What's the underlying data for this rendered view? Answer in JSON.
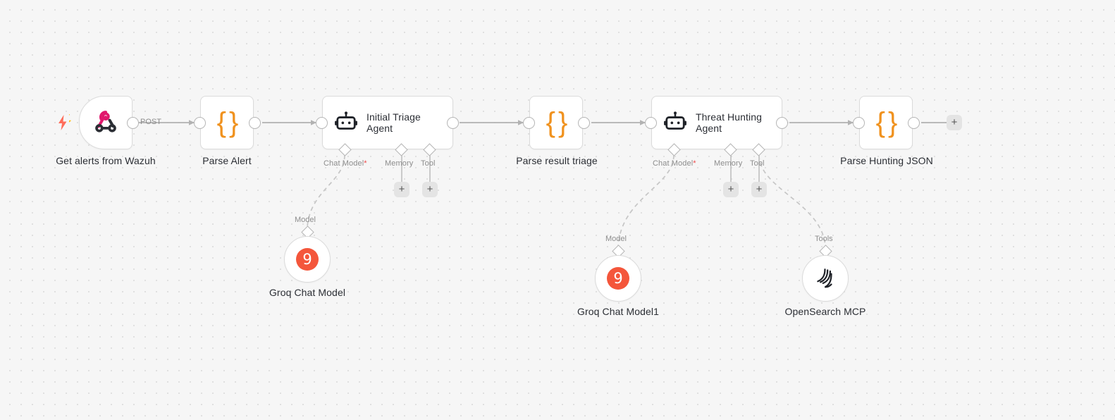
{
  "canvas": {
    "background_color": "#f6f6f6",
    "grid_dot_color": "#dcdcdc",
    "accent_orange": "#f0921f",
    "groq_red": "#f4563b",
    "trigger_bolt_color": "#ff6d5a",
    "required_star_color": "#ef4b4b"
  },
  "nodes": {
    "webhook": {
      "label": "Get alerts from Wazuh",
      "icon": "webhook-icon",
      "output_label": "POST"
    },
    "parse_alert": {
      "label": "Parse Alert",
      "icon": "code-json-icon"
    },
    "initial_triage_agent": {
      "label": "Initial Triage Agent",
      "icon": "robot-icon",
      "ports": [
        {
          "name": "Chat Model",
          "required": true
        },
        {
          "name": "Memory",
          "required": false
        },
        {
          "name": "Tool",
          "required": false
        }
      ]
    },
    "parse_result_triage": {
      "label": "Parse result triage",
      "icon": "code-json-icon"
    },
    "threat_hunting_agent": {
      "label": "Threat Hunting Agent",
      "icon": "robot-icon",
      "ports": [
        {
          "name": "Chat Model",
          "required": true
        },
        {
          "name": "Memory",
          "required": false
        },
        {
          "name": "Tool",
          "required": false
        }
      ]
    },
    "parse_hunting_json": {
      "label": "Parse Hunting JSON",
      "icon": "code-json-icon"
    },
    "groq_chat_model": {
      "label": "Groq Chat Model",
      "icon": "groq-icon",
      "connection_label": "Model",
      "glyph": "9"
    },
    "groq_chat_model1": {
      "label": "Groq Chat Model1",
      "icon": "groq-icon",
      "connection_label": "Model",
      "glyph": "9"
    },
    "opensearch_mcp": {
      "label": "OpenSearch MCP",
      "icon": "opensearch-icon",
      "connection_label": "Tools"
    }
  },
  "buttons": {
    "add_memory_triage": "+",
    "add_tool_triage": "+",
    "add_memory_hunting": "+",
    "add_tool_hunting": "+",
    "add_next_node": "+"
  },
  "port_labels": {
    "chat_model": "Chat Model",
    "memory": "Memory",
    "tool": "Tool",
    "required_marker": "*"
  }
}
